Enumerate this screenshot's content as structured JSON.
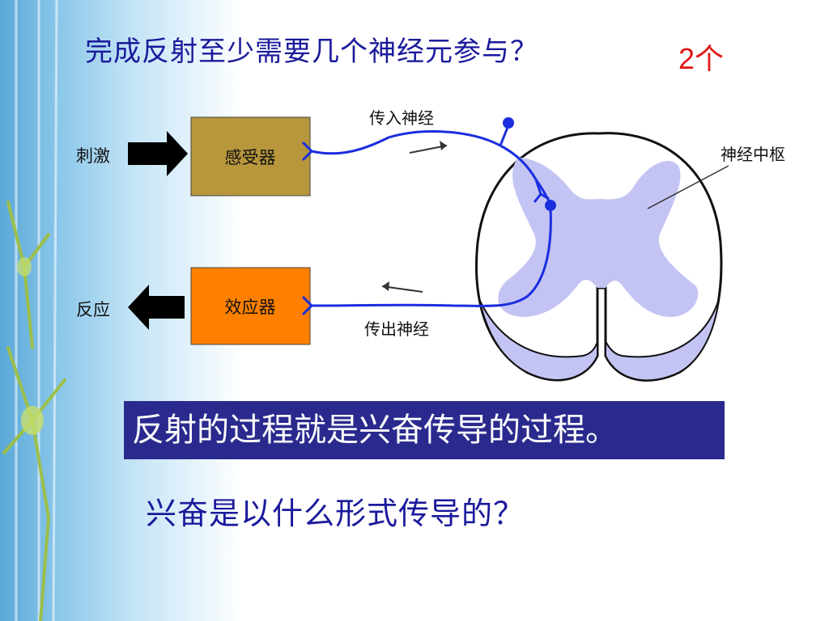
{
  "slide": {
    "title": "完成反射至少需要几个神经元参与？",
    "answer": "2个",
    "banner": "反射的过程就是兴奋传导的过程。",
    "question": "兴奋是以什么形式传导的？"
  },
  "diagram": {
    "stimulus_label": "刺激",
    "response_label": "反应",
    "receptor_label": "感受器",
    "effector_label": "效应器",
    "afferent_label": "传入神经",
    "efferent_label": "传出神经",
    "center_label": "神经中枢"
  },
  "colors": {
    "title": "#1a1a9c",
    "answer": "#e01818",
    "banner_bg": "#2a2a8e",
    "receptor": "#b7963c",
    "effector": "#ff8000",
    "nerve": "#1a2ee0",
    "gray_matter": "#c4c4f4"
  }
}
